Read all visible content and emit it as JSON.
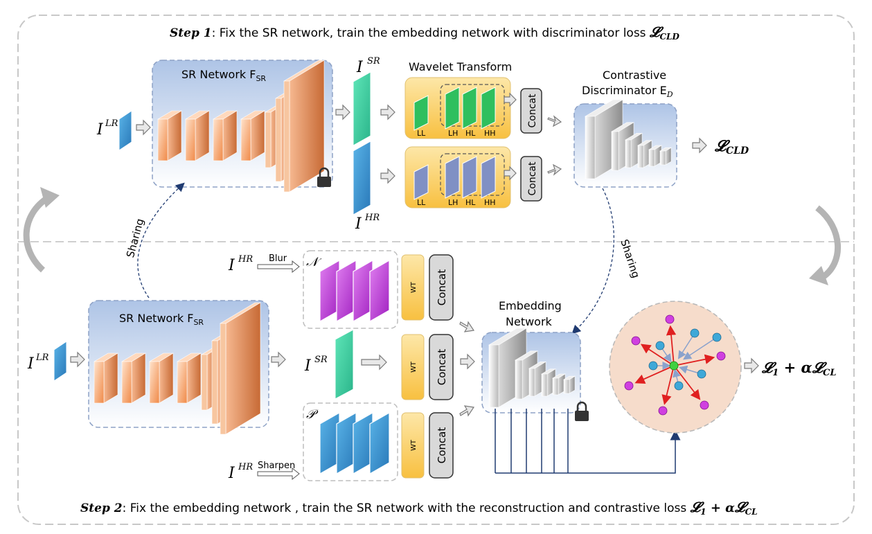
{
  "step1": {
    "label": "Step 1",
    "text": ": Fix the SR network, train the embedding network with discriminator loss ",
    "loss": "𝓛"
  },
  "step2": {
    "label": "Step 2",
    "text": ": Fix the embedding network , train the SR network with the reconstruction and contrastive loss ",
    "loss": "𝓛"
  },
  "sr_title_top": {
    "main": "SR Network F",
    "sub": "SR"
  },
  "sr_title_bottom": {
    "main": "SR Network F",
    "sub": "SR"
  },
  "wavelet_title": "Wavelet Transform",
  "discriminator": {
    "line1": "Contrastive",
    "line2": "Discriminator E",
    "sub": "D"
  },
  "embedding": {
    "line1": "Embedding",
    "line2": "Network"
  },
  "bands": [
    "LL",
    "LH",
    "HL",
    "HH"
  ],
  "concat": "Concat",
  "wt": "WT",
  "sharing": "Sharing",
  "blur": "Blur",
  "sharpen": "Sharpen",
  "img": {
    "I": "I",
    "LR": "LR",
    "SR": "SR",
    "HR": "HR"
  },
  "negset": "𝒩",
  "posset": "𝒫",
  "loss_cld": {
    "L": "𝓛",
    "sub": "CLD"
  },
  "loss_total": {
    "L1": "𝓛",
    "one": "1",
    "plus": " + α",
    "L2": "𝓛",
    "cl": "CL"
  },
  "colors": {
    "sr_orange": "#f0a070",
    "wavelet_bg": "#fbe4a6",
    "green": "#2fbf5e",
    "blue_band": "#8090c4",
    "magenta": "#c23ad6",
    "cyan": "#3ea8d8",
    "circle_bg": "#f6dccb",
    "red": "#e02020",
    "navy": "#1f3a70"
  }
}
